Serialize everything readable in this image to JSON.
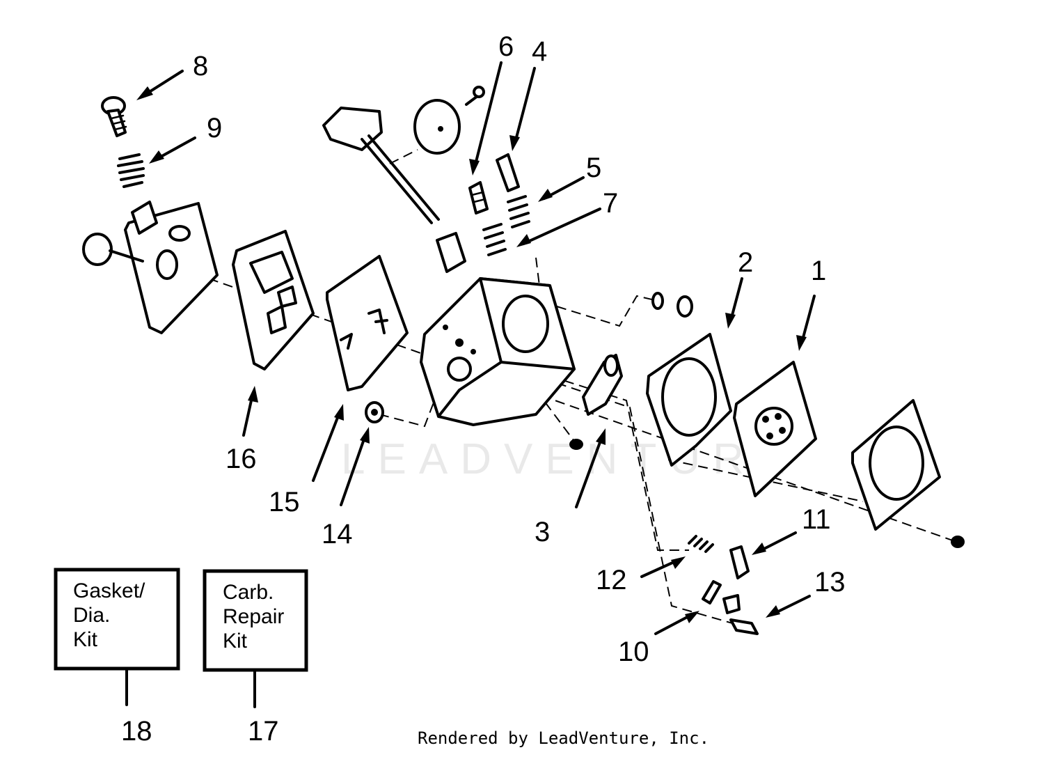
{
  "watermark": "LEADVENTURE",
  "callouts": {
    "c1": "1",
    "c2": "2",
    "c3": "3",
    "c4": "4",
    "c5": "5",
    "c6": "6",
    "c7": "7",
    "c8": "8",
    "c9": "9",
    "c10": "10",
    "c11": "11",
    "c12": "12",
    "c13": "13",
    "c14": "14",
    "c15": "15",
    "c16": "16",
    "c17": "17",
    "c18": "18"
  },
  "kits": {
    "gasket": {
      "line1": "Gasket/",
      "line2": "Dia.",
      "line3": "Kit"
    },
    "repair": {
      "line1": "Carb.",
      "line2": "Repair",
      "line3": "Kit"
    }
  },
  "credit": "Rendered by LeadVenture, Inc."
}
